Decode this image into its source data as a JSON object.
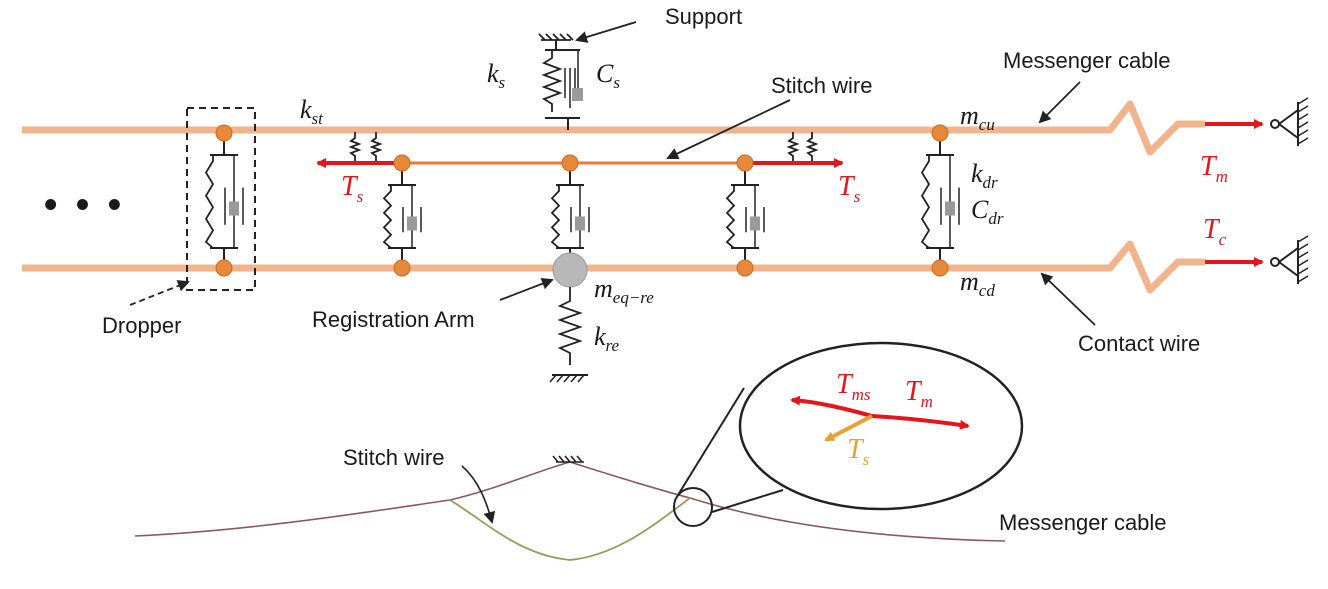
{
  "labels": {
    "support": "Support",
    "messenger_cable_top": "Messenger cable",
    "stitch_wire_top": "Stitch wire",
    "dropper": "Dropper",
    "registration_arm": "Registration Arm",
    "contact_wire": "Contact wire",
    "stitch_wire_bottom": "Stitch wire",
    "messenger_cable_bottom": "Messenger cable",
    "ellipsis": "• • •"
  },
  "symbols": {
    "ks": {
      "main": "k",
      "sub": "s"
    },
    "cs": {
      "main": "C",
      "sub": "s"
    },
    "kst": {
      "main": "k",
      "sub": "st"
    },
    "mcu": {
      "main": "m",
      "sub": "cu"
    },
    "kdr": {
      "main": "k",
      "sub": "dr"
    },
    "cdr": {
      "main": "C",
      "sub": "dr"
    },
    "meq": {
      "main": "m",
      "sub": "eq−re"
    },
    "mcd": {
      "main": "m",
      "sub": "cd"
    },
    "kre": {
      "main": "k",
      "sub": "re"
    },
    "ts_left": {
      "main": "T",
      "sub": "s"
    },
    "ts_right": {
      "main": "T",
      "sub": "s"
    },
    "tm": {
      "main": "T",
      "sub": "m"
    },
    "tc": {
      "main": "T",
      "sub": "c"
    },
    "tms_zoom": {
      "main": "T",
      "sub": "ms"
    },
    "tm_zoom": {
      "main": "T",
      "sub": "m"
    },
    "ts_zoom": {
      "main": "T",
      "sub": "s"
    }
  },
  "colors": {
    "wire": "#f2b48c",
    "stitch": "#ee7a3a",
    "node": "#e8883a",
    "force": "#e8141c",
    "force_orange": "#e8a030",
    "mass": "#b8b8b8"
  }
}
